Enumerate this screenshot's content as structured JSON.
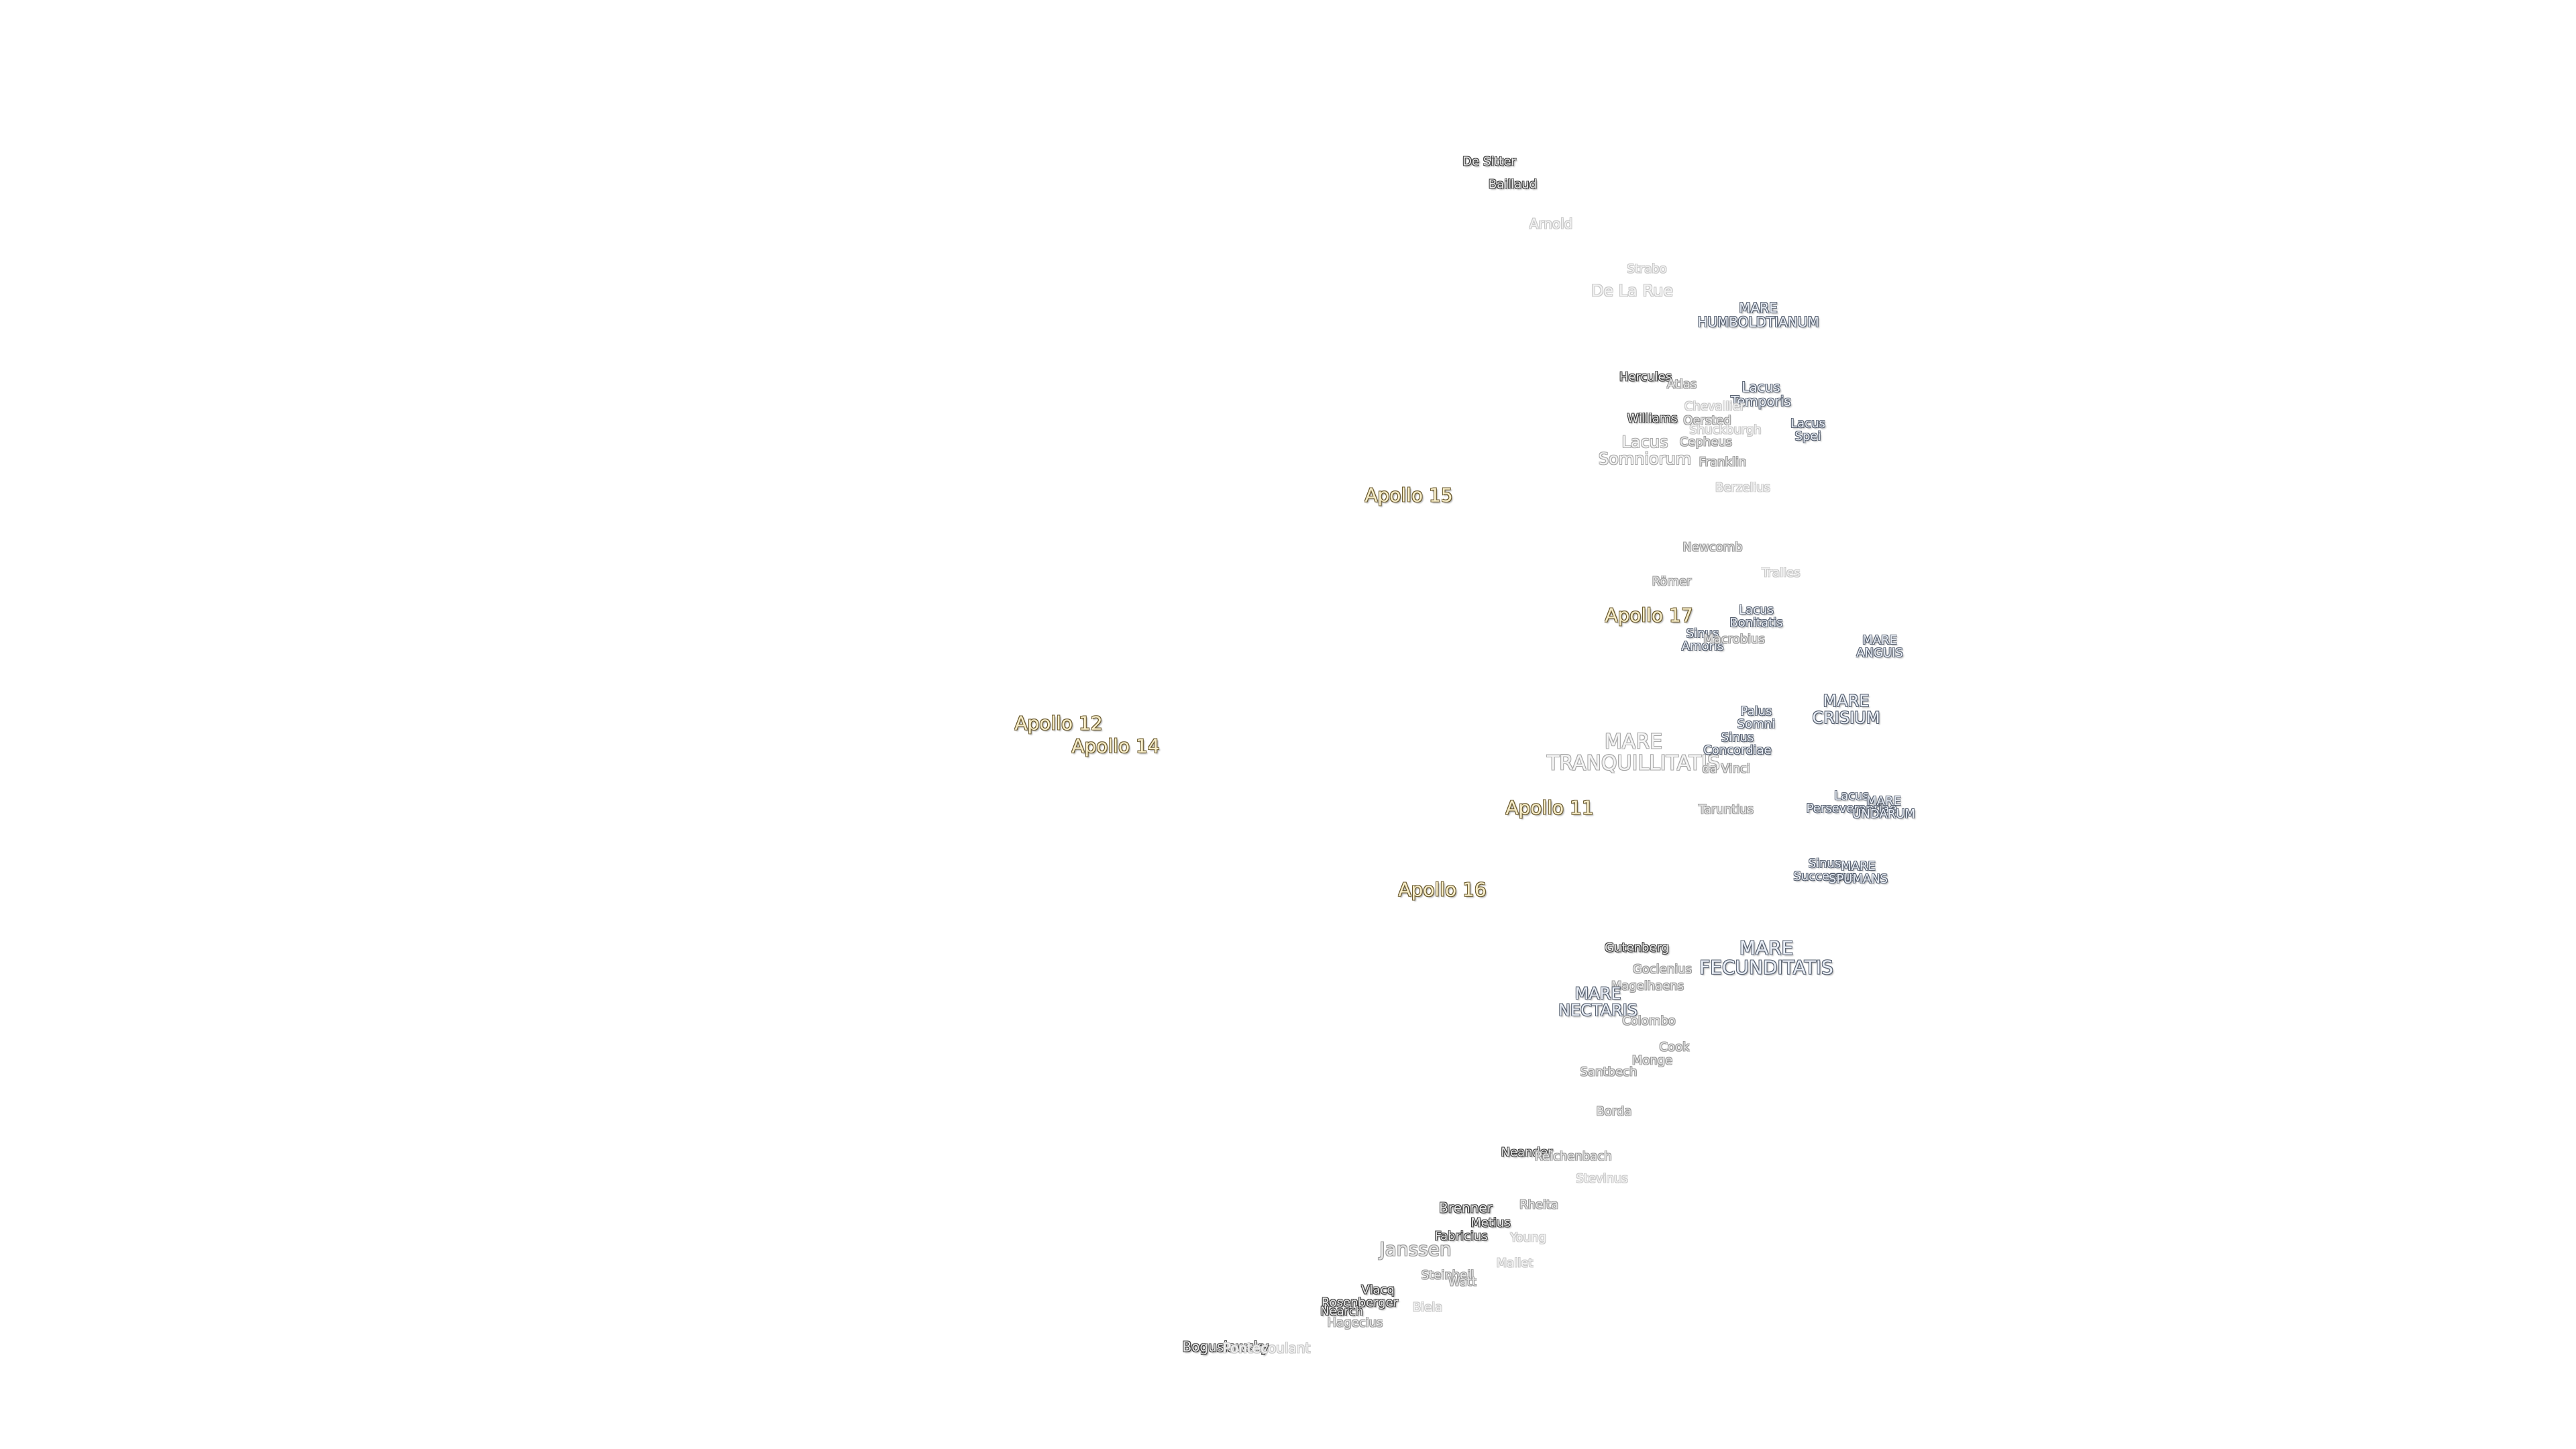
{
  "map": {
    "labels": {
      "de_sitter": "De Sitter",
      "baillaud": "Baillaud",
      "arnold": "Arnold",
      "strabo": "Strabo",
      "de_la_rue": "De La Rue",
      "mare_humboldtianum": "MARE\nHUMBOLDTIANUM",
      "hercules": "Hercules",
      "atlas": "Atlas",
      "lacus_temporis": "Lacus\nTemporis",
      "chevallier": "Chevallier",
      "williams": "Williams",
      "oersted": "Oersted",
      "shuckburgh": "Shuckburgh",
      "lacus_spei": "Lacus\nSpei",
      "lacus_somniorum": "Lacus\nSomniorum",
      "cepheus": "Cepheus",
      "franklin": "Franklin",
      "berzelius": "Berzelius",
      "apollo_15": "Apollo 15",
      "newcomb": "Newcomb",
      "tralles": "Tralles",
      "romer": "Römer",
      "lacus_bonitatis": "Lacus\nBonitatis",
      "apollo_17": "Apollo 17",
      "sinus_amoris": "Sinus\nAmoris",
      "macrobius": "Macrobius",
      "mare_anguis": "MARE\nANGUIS",
      "mare_crisium": "MARE\nCRISIUM",
      "palus_somni": "Palus\nSomni",
      "apollo_12": "Apollo 12",
      "mare_tranquillitatis": "MARE\nTRANQUILLITATIS",
      "sinus_concordiae": "Sinus\nConcordiae",
      "apollo_14": "Apollo 14",
      "da_vinci": "da Vinci",
      "lacus_perseverantiae": "Lacus\nPerseverantiae",
      "mare_undarum": "MARE\nUNDARUM",
      "apollo_11": "Apollo 11",
      "taruntius": "Taruntius",
      "sinus_successus": "Sinus\nSuccessus",
      "mare_spumans": "MARE\nSPUMANS",
      "apollo_16": "Apollo 16",
      "gutenberg": "Gutenberg",
      "mare_fecunditatis": "MARE\nFECUNDITATIS",
      "goclenius": "Goclenius",
      "magelhaens": "Magelhaens",
      "mare_nectaris": "MARE\nNECTARIS",
      "colombo": "Colombo",
      "cook": "Cook",
      "monge": "Monge",
      "santbech": "Santbech",
      "borda": "Borda",
      "neander": "Neander",
      "reichenbach": "Reichenbach",
      "stevinus": "Stevinus",
      "brenner": "Brenner",
      "rheita": "Rheita",
      "metius": "Metius",
      "fabricius": "Fabricius",
      "young": "Young",
      "janssen": "Janssen",
      "mallet": "Mallet",
      "steinheil": "Steinheil",
      "watt": "Watt",
      "vlacq": "Vlacq",
      "rosenberger": "Rosenberger",
      "nearch": "Nearch",
      "biela": "Biela",
      "hagecius": "Hagecius",
      "boguslawsky": "Boguslawsky",
      "pontecoulant": "Pontecoulant"
    }
  }
}
